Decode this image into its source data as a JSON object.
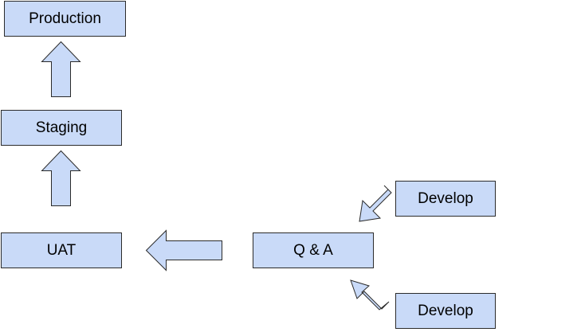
{
  "diagram": {
    "boxes": {
      "production": "Production",
      "staging": "Staging",
      "uat": "UAT",
      "qa": "Q & A",
      "develop_top": "Develop",
      "develop_bottom": "Develop"
    },
    "colors": {
      "box_fill": "#c9daf8",
      "box_border": "#2b2b2b",
      "text": "#000000",
      "background": "#ffffff"
    },
    "flow": [
      {
        "from": "develop_top",
        "to": "qa"
      },
      {
        "from": "develop_bottom",
        "to": "qa"
      },
      {
        "from": "qa",
        "to": "uat"
      },
      {
        "from": "uat",
        "to": "staging"
      },
      {
        "from": "staging",
        "to": "production"
      }
    ]
  }
}
